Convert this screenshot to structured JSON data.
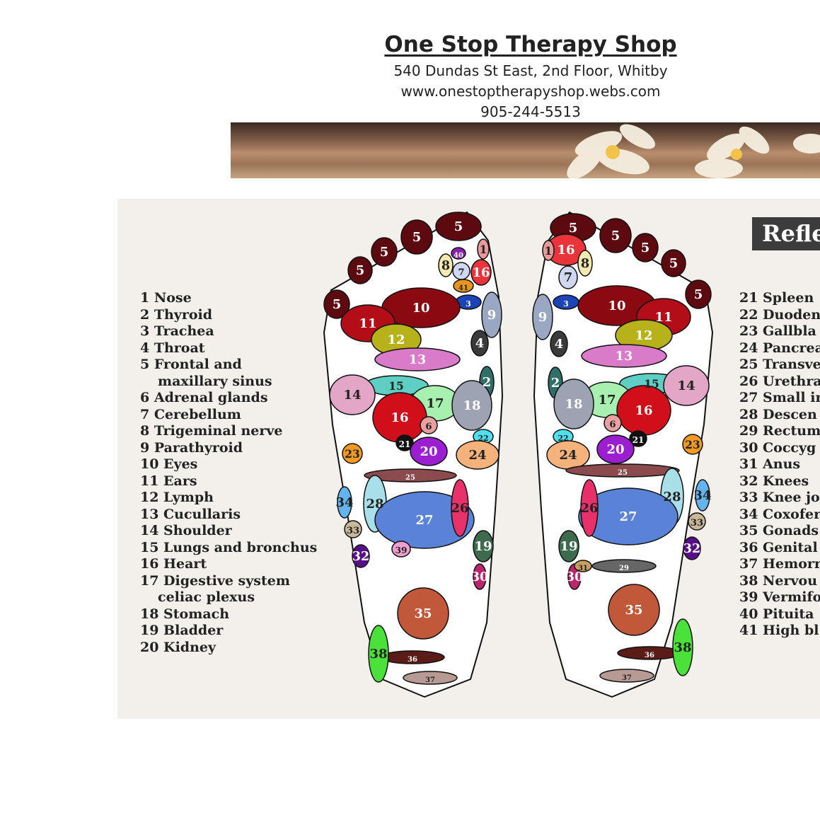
{
  "header": {
    "title": "One Stop Therapy Shop",
    "address": "540 Dundas St East, 2nd Floor, Whitby",
    "website": "www.onestoptherapyshop.webs.com",
    "phone": "905-244-5513"
  },
  "chart": {
    "heading": "Refle",
    "legend_left": [
      "1  Nose",
      "2  Thyroid",
      "3  Trachea",
      "4  Throat",
      "5  Frontal and",
      "maxillary sinus",
      "6  Adrenal glands",
      "7  Cerebellum",
      "8  Trigeminal nerve",
      "9  Parathyroid",
      "10  Eyes",
      "11  Ears",
      "12  Lymph",
      "13  Cucullaris",
      "14  Shoulder",
      "15  Lungs and bronchus",
      "16  Heart",
      "17  Digestive system",
      "celiac plexus",
      "18  Stomach",
      "19  Bladder",
      "20  Kidney"
    ],
    "legend_right": [
      "21  Spleen",
      "22  Duoden",
      "23  Gallbla",
      "24  Pancrea",
      "25  Transve",
      "26  Urethra",
      "27  Small in",
      "28  Descen",
      "29  Rectum",
      "30  Coccyg",
      "31  Anus",
      "32  Knees",
      "33  Knee jo",
      "34  Coxofer",
      "35  Gonads",
      "36  Genital",
      "37  Hemorr",
      "38  Nervou",
      "39  Vermifo",
      "40  Pituita",
      "41  High bl"
    ],
    "left_foot_labels": [
      "5",
      "5",
      "5",
      "5",
      "5",
      "16",
      "1",
      "40",
      "8",
      "7",
      "41",
      "3",
      "10",
      "11",
      "12",
      "13",
      "15",
      "14",
      "9",
      "4",
      "2",
      "17",
      "18",
      "16",
      "6",
      "21",
      "20",
      "22",
      "24",
      "23",
      "25",
      "28",
      "27",
      "26",
      "19",
      "39",
      "34",
      "33",
      "32",
      "30",
      "35",
      "36",
      "37",
      "38"
    ],
    "right_foot_labels": [
      "5",
      "5",
      "5",
      "5",
      "5",
      "16",
      "1",
      "8",
      "7",
      "3",
      "10",
      "11",
      "12",
      "13",
      "15",
      "14",
      "9",
      "4",
      "2",
      "17",
      "18",
      "16",
      "6",
      "21",
      "20",
      "22",
      "24",
      "23",
      "25",
      "28",
      "27",
      "26",
      "19",
      "34",
      "33",
      "32",
      "30",
      "31",
      "29",
      "35",
      "36",
      "37",
      "38"
    ]
  }
}
